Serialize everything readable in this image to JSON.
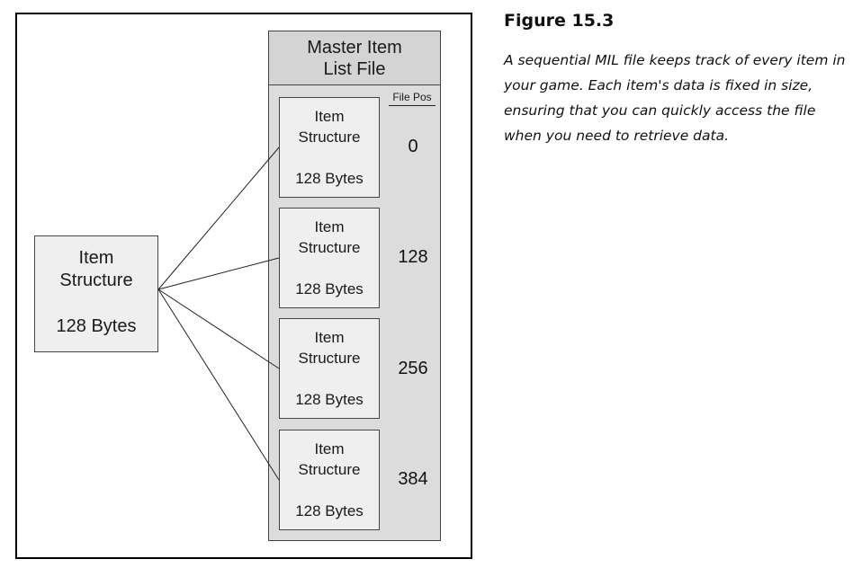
{
  "figure": {
    "title": "Figure 15.3",
    "caption": "A sequential MIL file keeps track of every item in your game. Each item's data is fixed in size, ensuring that you can quickly access the file when you need to retrieve data."
  },
  "diagram": {
    "source_item": {
      "name": "Item\nStructure",
      "size": "128 Bytes"
    },
    "mil_file": {
      "title": "Master Item\nList File",
      "column_label": "File Pos",
      "entries": [
        {
          "name": "Item\nStructure",
          "size": "128 Bytes",
          "file_pos": "0"
        },
        {
          "name": "Item\nStructure",
          "size": "128 Bytes",
          "file_pos": "128"
        },
        {
          "name": "Item\nStructure",
          "size": "128 Bytes",
          "file_pos": "256"
        },
        {
          "name": "Item\nStructure",
          "size": "128 Bytes",
          "file_pos": "384"
        }
      ]
    }
  }
}
